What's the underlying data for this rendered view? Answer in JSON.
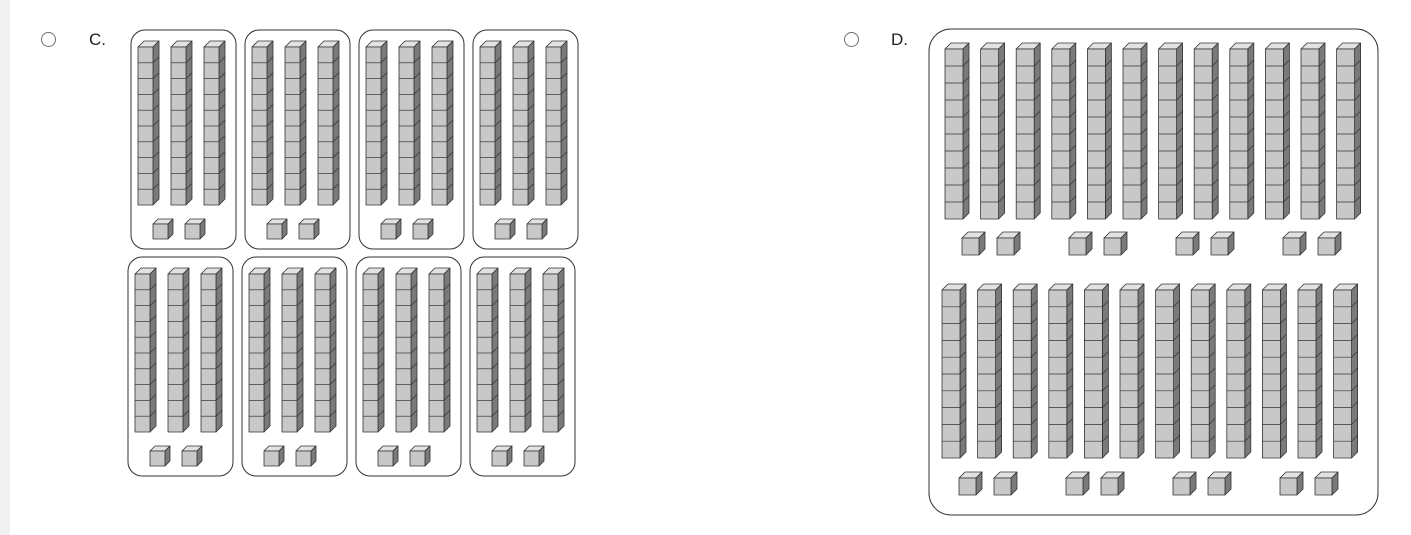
{
  "options": [
    {
      "letter": "C.",
      "groups": 8,
      "rods_per_group": 3,
      "units_per_group": 2
    },
    {
      "letter": "D.",
      "rows": 2,
      "rods_per_row": 12,
      "unit_pairs_per_row": 4
    }
  ],
  "colors": {
    "cube_front": "#c8c8c8",
    "cube_top": "#e2e2e2",
    "cube_side": "#7a7a7a",
    "outline": "#333333"
  }
}
